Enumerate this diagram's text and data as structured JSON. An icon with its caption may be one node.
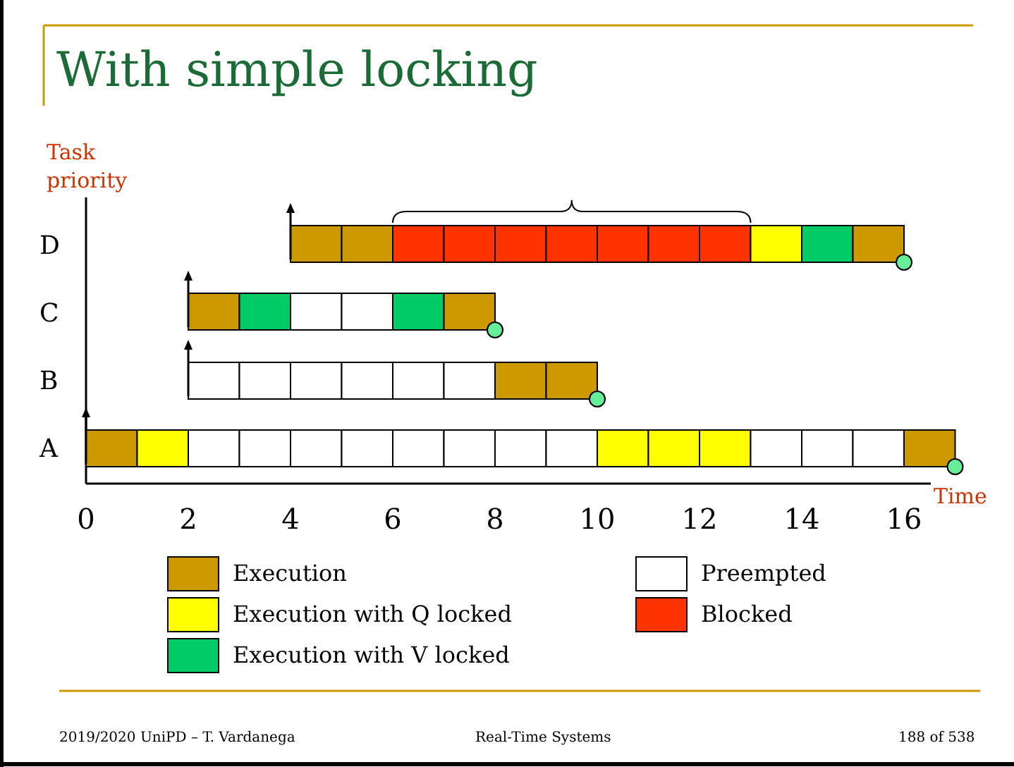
{
  "diagram": {
    "title": "With simple locking",
    "labels": [
      "Task priority",
      "D",
      "C",
      "B",
      "A",
      "Time",
      "0",
      "2",
      "4",
      "6",
      "8",
      "10",
      "12",
      "14",
      "16",
      "2019/2020 UniPD – T. Vardanega",
      "Real-Time Systems",
      "188 of 538"
    ],
    "legend": [
      {
        "text": "Execution",
        "color": "#cc9900"
      },
      {
        "text": "Execution with Q locked",
        "color": "#ffff00"
      },
      {
        "text": "Execution with V locked",
        "color": "#00cc66"
      },
      {
        "text": "Preempted",
        "color": "#ffffff"
      },
      {
        "text": "Blocked",
        "color": "#ff3300"
      }
    ]
  }
}
